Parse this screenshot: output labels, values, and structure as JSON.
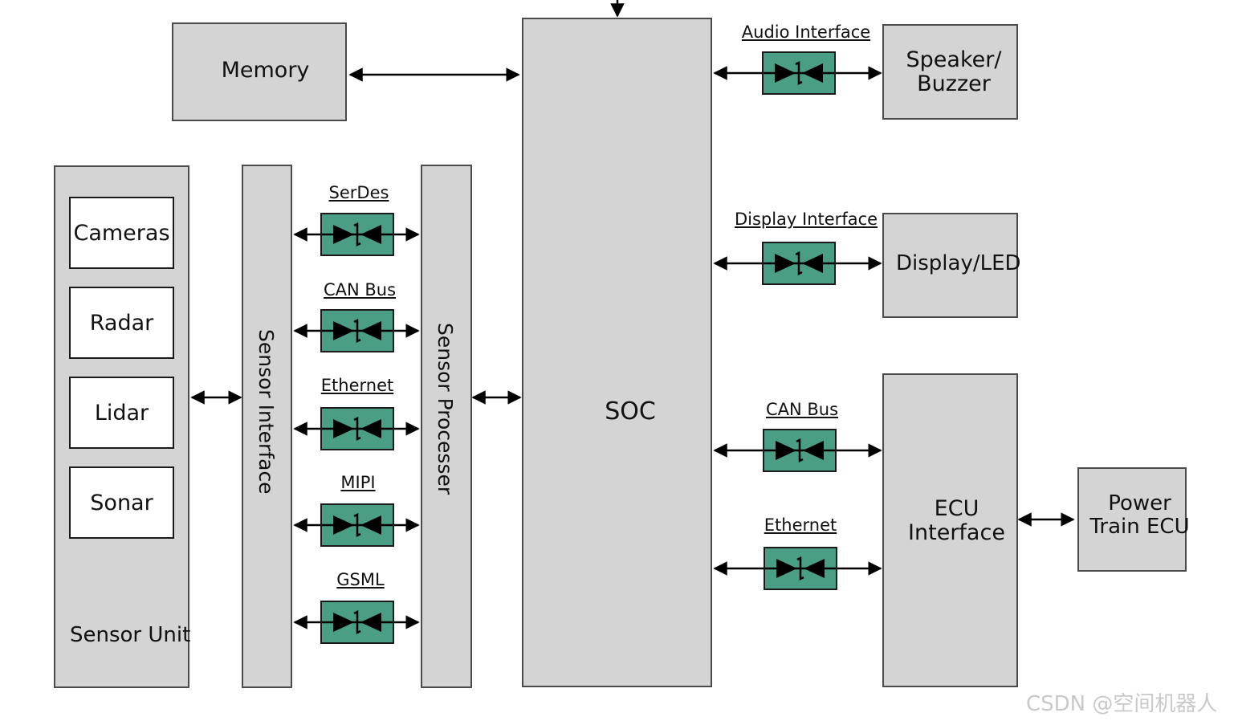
{
  "blocks": {
    "memory": "Memory",
    "soc": "SOC",
    "speaker_line1": "Speaker/",
    "speaker_line2": "Buzzer",
    "display": "Display/LED",
    "ecu_line1": "ECU",
    "ecu_line2": "Interface",
    "power_line1": "Power",
    "power_line2": "Train ECU",
    "sensor_unit": "Sensor Unit",
    "sensor_interface": "Sensor Interface",
    "sensor_processer": "Sensor Processer"
  },
  "sensors": [
    "Cameras",
    "Radar",
    "Lidar",
    "Sonar"
  ],
  "sensor_links": [
    "SerDes",
    "CAN Bus",
    "Ethernet",
    "MIPI",
    "GSML"
  ],
  "soc_links": {
    "audio": "Audio Interface",
    "display": "Display Interface",
    "can": "CAN Bus",
    "ethernet": "Ethernet"
  },
  "colors": {
    "block_fill": "#d4d4d4",
    "tvs_fill": "#4a9e86",
    "line": "#000000"
  },
  "icons": {
    "protection": "tvs-diode-icon",
    "connector": "bidirectional-arrow-icon"
  },
  "watermark": "CSDN @空间机器人"
}
